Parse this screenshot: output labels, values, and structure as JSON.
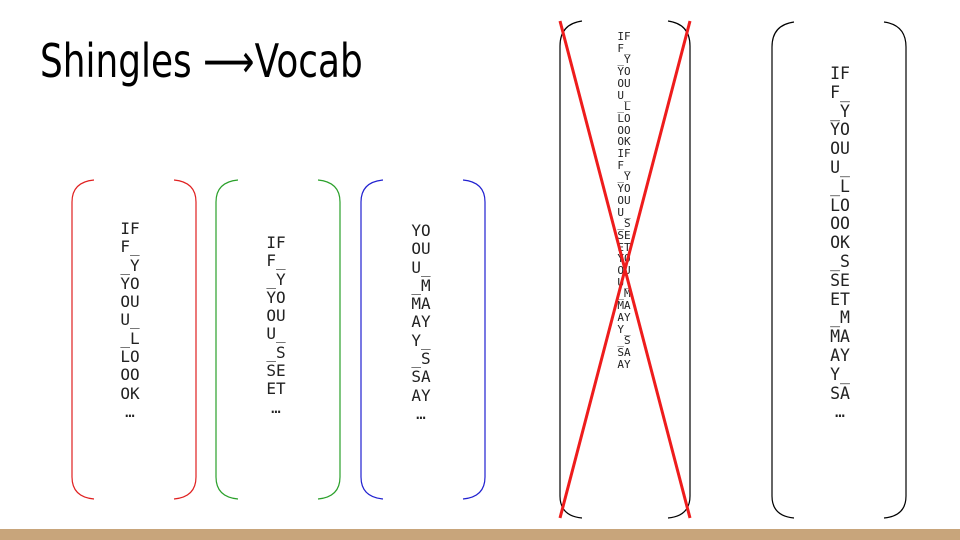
{
  "title": "Shingles ⟶Vocab",
  "columns": [
    {
      "color": "#e02020",
      "items": [
        "IF",
        "F_",
        "_Y",
        "YO",
        "OU",
        "U_",
        "_L",
        "LO",
        "OO",
        "OK",
        "…"
      ]
    },
    {
      "color": "#2aa02a",
      "items": [
        "IF",
        "F_",
        "_Y",
        "YO",
        "OU",
        "U_",
        "_S",
        "SE",
        "ET",
        "…"
      ]
    },
    {
      "color": "#2020d0",
      "items": [
        "YO",
        "OU",
        "U_",
        "_M",
        "MA",
        "AY",
        "Y_",
        "_S",
        "SA",
        "AY",
        "…"
      ]
    },
    {
      "color": "#000000",
      "items": [
        "IF",
        "F_",
        "_Y",
        "YO",
        "OU",
        "U_",
        "_L",
        "LO",
        "OO",
        "OK",
        "IF",
        "F_",
        "_Y",
        "YO",
        "OU",
        "U_",
        "_S",
        "SE",
        "ET",
        "YO",
        "OU",
        "U_",
        "_M",
        "MA",
        "AY",
        "Y_",
        "_S",
        "SA",
        "AY"
      ]
    },
    {
      "color": "#000000",
      "items": [
        "IF",
        "F_",
        "_Y",
        "YO",
        "OU",
        "U_",
        "_L",
        "LO",
        "OO",
        "OK",
        "_S",
        "SE",
        "ET",
        "_M",
        "MA",
        "AY",
        "Y_",
        "SA",
        "…"
      ]
    }
  ],
  "cross_color": "#ee1c1c",
  "footer_color": "#c8a57b"
}
